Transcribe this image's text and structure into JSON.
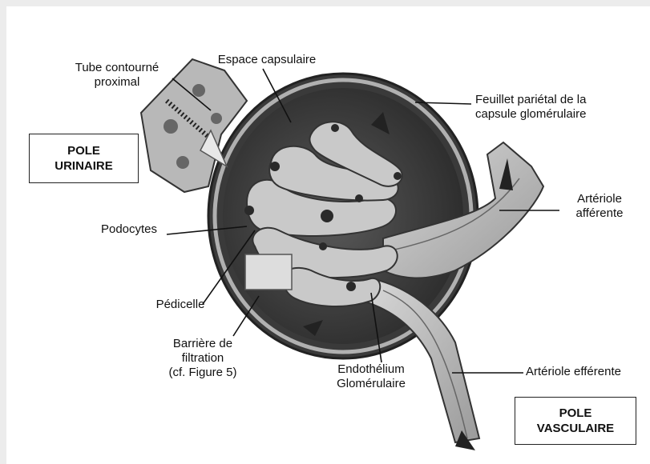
{
  "labels": {
    "tube_contourne": [
      "Tube contourné",
      "proximal"
    ],
    "espace_capsulaire": "Espace capsulaire",
    "feuillet_parietal": [
      "Feuillet pariétal de la",
      "capsule glomérulaire"
    ],
    "pole_urinaire": [
      "POLE",
      "URINAIRE"
    ],
    "arteriole_afferente": [
      "Artériole",
      "afférente"
    ],
    "podocytes": "Podocytes",
    "pedicelle": "Pédicelle",
    "barriere": [
      "Barrière de",
      "filtration",
      "(cf. Figure 5)"
    ],
    "endothelium": [
      "Endothélium",
      "Glomérulaire"
    ],
    "arteriole_efferente": "Artériole efférente",
    "pole_vasculaire": [
      "POLE",
      "VASCULAIRE"
    ]
  }
}
